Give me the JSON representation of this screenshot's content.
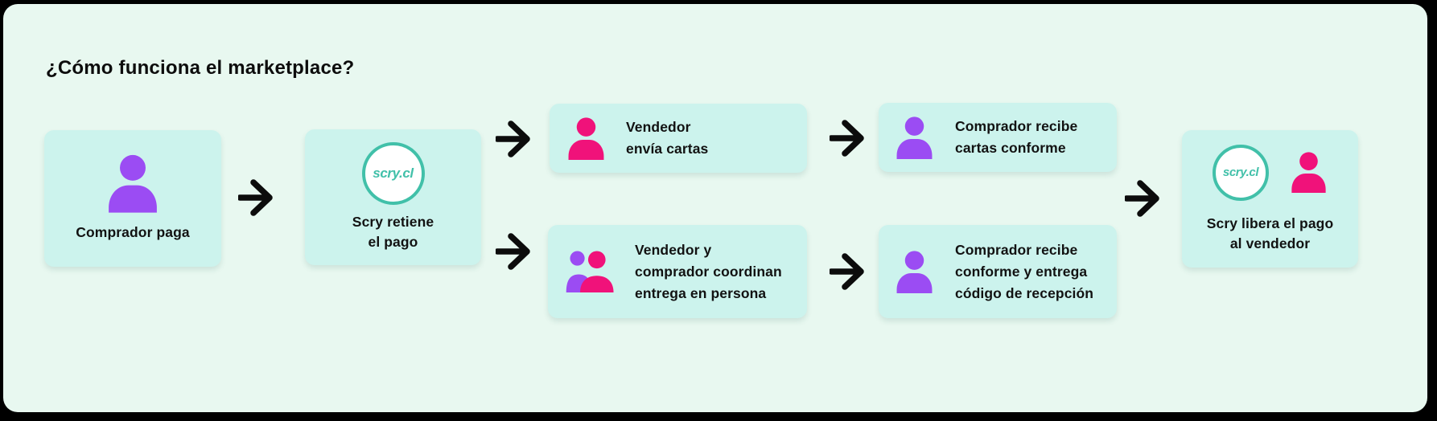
{
  "title": "¿Cómo funciona el marketplace?",
  "logo": {
    "text": "scry.cl"
  },
  "steps": {
    "buyer_pays": {
      "lines": [
        "Comprador paga"
      ]
    },
    "scry_holds": {
      "lines": [
        "Scry retiene",
        "el pago"
      ]
    },
    "seller_ships": {
      "lines": [
        "Vendedor",
        "envía cartas"
      ]
    },
    "buyer_conform": {
      "lines": [
        "Comprador recibe",
        "cartas conforme"
      ]
    },
    "coordinate": {
      "lines": [
        "Vendedor y",
        "comprador coordinan",
        "entrega en persona"
      ]
    },
    "buyer_code": {
      "lines": [
        "Comprador recibe",
        "conforme y entrega",
        "código de recepción"
      ]
    },
    "scry_releases": {
      "lines": [
        "Scry libera el pago",
        "al vendedor"
      ]
    }
  },
  "icons": {
    "buyer": "person-silhouette-purple",
    "seller": "person-silhouette-pink",
    "buyer_and_seller": "two-people-silhouettes",
    "arrow": "arrow-right",
    "logo_badge": "scry-cl-circle-logo"
  },
  "colors": {
    "frame": "#000000",
    "page_bg": "#e8f8f0",
    "box_bg": "#ccf3ed",
    "purple": "#9b4cf3",
    "pink": "#f0127a",
    "teal": "#41c0a9",
    "text": "#121212"
  }
}
